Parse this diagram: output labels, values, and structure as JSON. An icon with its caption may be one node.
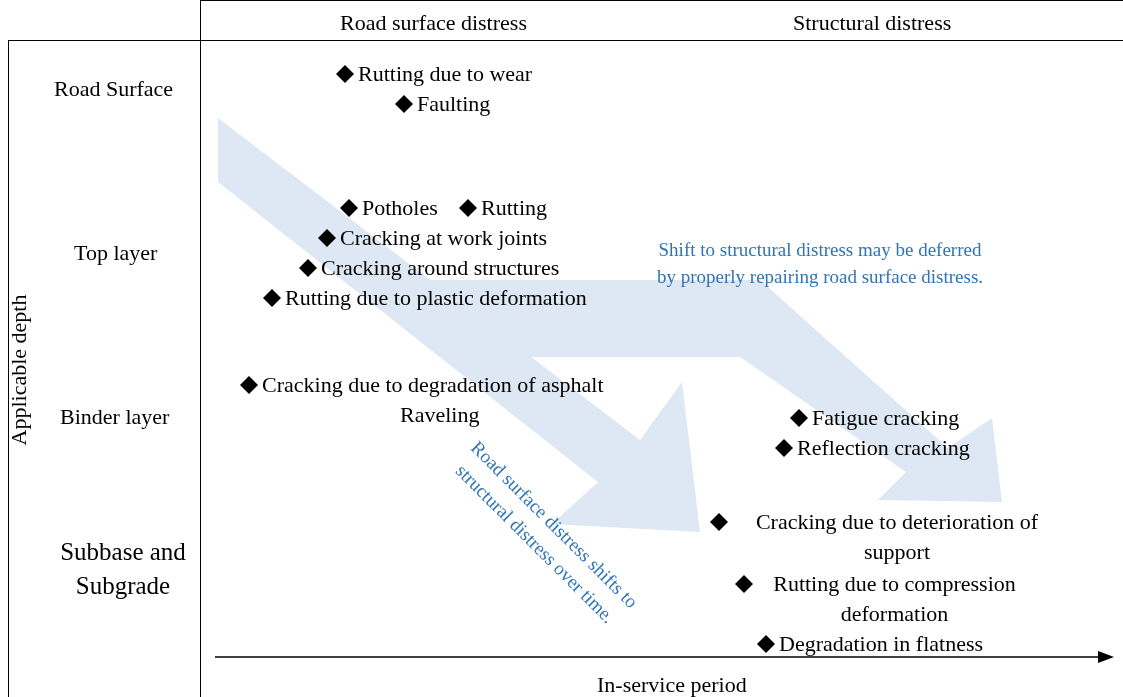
{
  "diagram": {
    "labels": [
      "Road surface distress",
      "Structural distress",
      "Applicable depth",
      "Road Surface",
      "Rutting due to wear",
      "Faulting",
      "Top layer",
      "Potholes",
      "Rutting",
      "Cracking at work joints",
      "Cracking around structures",
      "Shift to structural distress may be deferred by properly repairing road surface distress.",
      "Rutting due to plastic deformation",
      "Cracking due to degradation of asphalt",
      "Binder layer",
      "Raveling",
      "Fatigue cracking",
      "Reflection cracking",
      "Road surface distress shifts to structural distress over time.",
      "Cracking due to deterioration of support",
      "Subbase and Subgrade",
      "Rutting due to compression deformation",
      "Degradation in flatness",
      "In-service period"
    ]
  }
}
